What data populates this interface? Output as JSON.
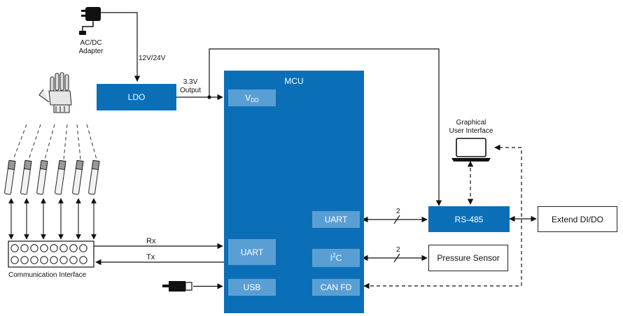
{
  "power": {
    "adapter_line1": "AC/DC",
    "adapter_line2": "Adapter",
    "input_voltage": "12V/24V",
    "ldo": "LDO",
    "output_voltage": "3.3V",
    "output_label": "Output"
  },
  "mcu": {
    "title": "MCU",
    "vdd_main": "V",
    "vdd_sub": "DD",
    "uart_left": "UART",
    "usb": "USB",
    "uart_right": "UART",
    "i2c_main": "I",
    "i2c_sup": "2",
    "i2c_tail": "C",
    "canfd": "CAN FD"
  },
  "peripherals": {
    "rs485": "RS-485",
    "extend": "Extend DI/DO",
    "pressure": "Pressure Sensor",
    "gui_line1": "Graphical",
    "gui_line2": "User Interface"
  },
  "signals": {
    "rx": "Rx",
    "tx": "Tx",
    "bus_width_uart": "2",
    "bus_width_i2c": "2"
  },
  "comm": {
    "label": "Communication Interface"
  },
  "colors": {
    "dark_blue": "#0b6fb8",
    "light_blue": "#5a9fd4"
  },
  "icons": [
    "power-adapter-icon",
    "robotic-hand-icon",
    "finger-sensor-icon",
    "laptop-icon",
    "usb-plug-icon",
    "connector-icon"
  ]
}
